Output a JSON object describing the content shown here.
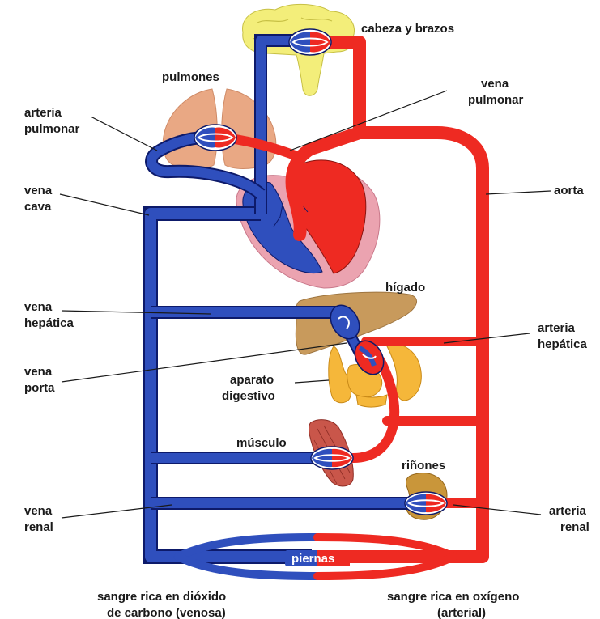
{
  "labels": {
    "head_arms": "cabeza y brazos",
    "lungs": "pulmones",
    "pulmonary_vein_1": "vena",
    "pulmonary_vein_2": "pulmonar",
    "pulmonary_artery_1": "arteria",
    "pulmonary_artery_2": "pulmonar",
    "vena_cava_1": "vena",
    "vena_cava_2": "cava",
    "aorta": "aorta",
    "liver": "hígado",
    "hepatic_vein_1": "vena",
    "hepatic_vein_2": "hepática",
    "hepatic_artery_1": "arteria",
    "hepatic_artery_2": "hepática",
    "portal_vein_1": "vena",
    "portal_vein_2": "porta",
    "digestive_1": "aparato",
    "digestive_2": "digestivo",
    "muscle": "músculo",
    "kidneys": "riñones",
    "renal_vein_1": "vena",
    "renal_vein_2": "renal",
    "renal_artery_1": "arteria",
    "renal_artery_2": "renal",
    "legs": "piernas",
    "venous_1": "sangre rica en dióxido",
    "venous_2": "de carbono (venosa)",
    "arterial_1": "sangre rica en oxígeno",
    "arterial_2": "(arterial)"
  },
  "colors": {
    "venous": "#2f4fbd",
    "arterial": "#ee2a22",
    "brain": "#f3ee7a",
    "lungs": "#e9a884",
    "liver": "#c89a5c",
    "intestine": "#f5b73a",
    "muscle": "#c9564a",
    "kidney": "#c9963a",
    "heart_wall": "#eba3b0"
  }
}
